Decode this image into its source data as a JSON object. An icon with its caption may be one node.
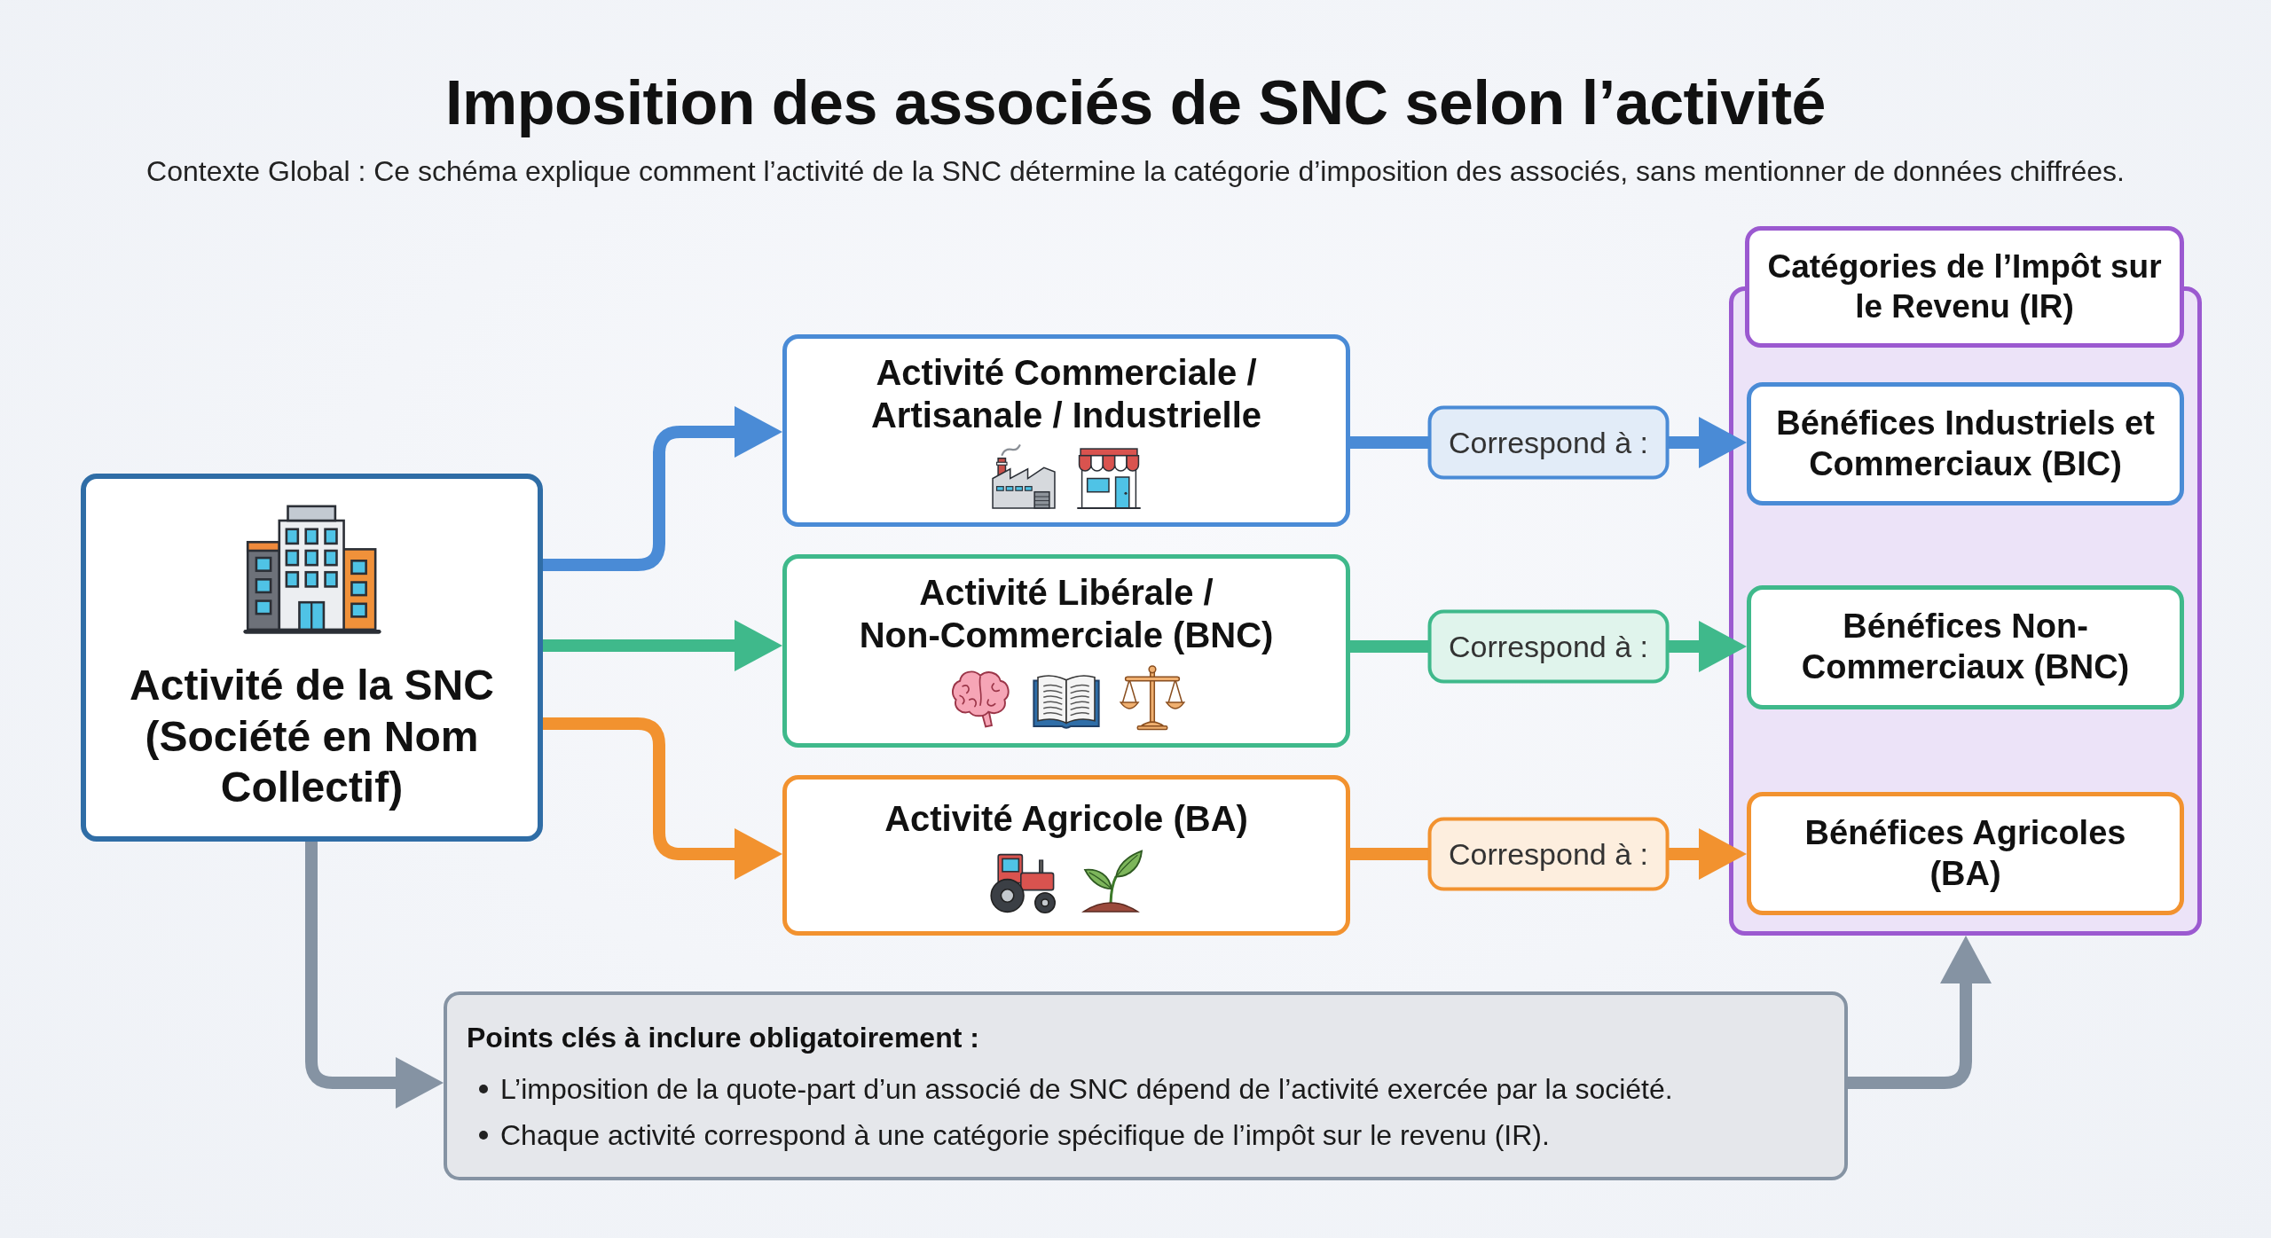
{
  "diagram": {
    "title": "Imposition des associés de SNC selon l’activité",
    "nodes": [
      {
        "text": [
          "Activité de la SNC (Société en Nom Collectif)"
        ]
      },
      {
        "text": [
          "Activité Commerciale / Artisanale / Industrielle"
        ]
      },
      {
        "text": [
          "Activité Libérale / Non-Commerciale (BNC)"
        ]
      },
      {
        "text": [
          "Activité Agricole (BA)"
        ]
      },
      {
        "text": [
          "Catégories de l’Impôt sur le Revenu (IR)"
        ]
      },
      {
        "text": [],
        "shape": "box"
      },
      {
        "text": [
          "Bénéfices Industriels et Commerciaux (BIC)"
        ],
        "in": 5
      },
      {
        "text": [
          "Bénéfices Non-Commerciaux (BNC)"
        ],
        "in": 5
      },
      {
        "text": [
          "Bénéfices Agricoles (BA)"
        ],
        "in": 5
      },
      {
        "text": [
          "Points clés à inclure obligatoirement :",
          "L’imposition de la quote-part d’un associé de SNC dépend de l’activité exercée par la société.",
          "Chaque activité correspond à une catégorie spécifique de l’impôt sur le revenu (IR)."
        ]
      }
    ],
    "edges": [
      {
        "from": 0,
        "to": 1,
        "arrow": "to",
        "color": "#4a8bd6"
      },
      {
        "from": 0,
        "to": 2,
        "arrow": "to",
        "color": "#3fb98b"
      },
      {
        "from": 0,
        "to": 3,
        "arrow": "to",
        "color": "#f2922f"
      },
      {
        "from": 1,
        "to": 6,
        "arrow": "to",
        "label": "Correspond à :",
        "color": "#4a8bd6"
      },
      {
        "from": 2,
        "to": 7,
        "arrow": "to",
        "label": "Correspond à :",
        "color": "#3fb98b"
      },
      {
        "from": 3,
        "to": 8,
        "arrow": "to",
        "label": "Correspond à :",
        "color": "#f2922f"
      },
      {
        "from": 0,
        "to": 9,
        "arrow": "to",
        "color": "#8593a3"
      },
      {
        "from": 9,
        "to": 5,
        "arrow": "to",
        "color": "#8593a3"
      }
    ],
    "labels": [
      "Contexte Global : Ce schéma explique comment l’activité de la SNC détermine la catégorie d’imposition des associés, sans mentionner de données chiffrées."
    ]
  }
}
